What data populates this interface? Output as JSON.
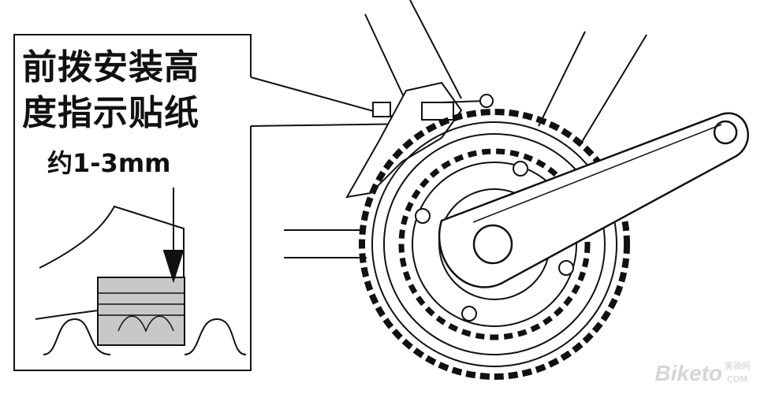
{
  "callout": {
    "title_line1": "前拨安装高",
    "title_line2": "度指示贴纸",
    "measurement": "约1-3mm"
  },
  "watermark": {
    "brand": "Biketo",
    "cn": "美骑网",
    "domain": "COM"
  },
  "colors": {
    "line": "#111111",
    "sticker_fill": "#c8c8c8",
    "background": "#ffffff",
    "watermark": "#d6d6d6"
  }
}
